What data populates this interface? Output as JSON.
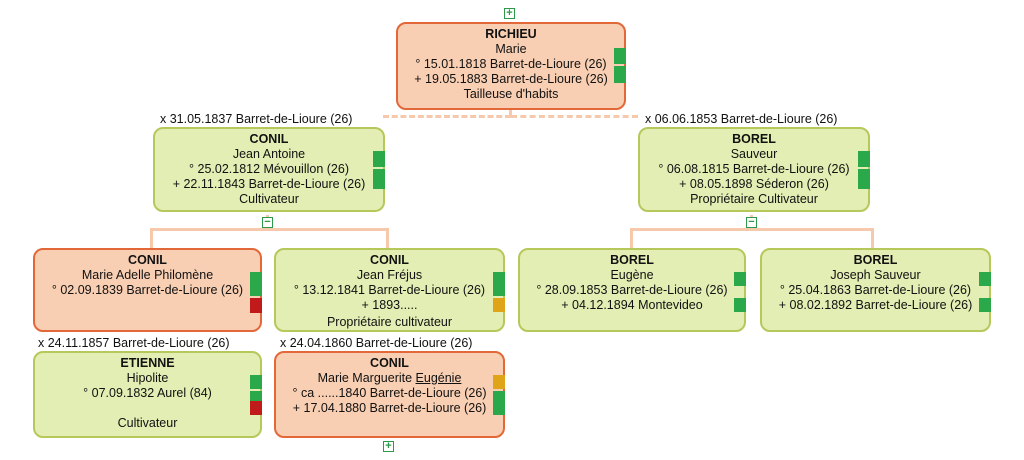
{
  "root": {
    "surname": "RICHIEU",
    "given": "Marie",
    "birth": "° 15.01.1818 Barret-de-Lioure (26)",
    "death": "+ 19.05.1883 Barret-de-Lioure (26)",
    "occupation": "Tailleuse d'habits"
  },
  "spouse1": {
    "marriage": "x 31.05.1837 Barret-de-Lioure (26)",
    "surname": "CONIL",
    "given": "Jean Antoine",
    "birth": "° 25.02.1812 Mévouillon (26)",
    "death": "+ 22.11.1843 Barret-de-Lioure (26)",
    "occupation": "Cultivateur"
  },
  "spouse2": {
    "marriage": "x 06.06.1853 Barret-de-Lioure (26)",
    "surname": "BOREL",
    "given": "Sauveur",
    "birth": "° 06.08.1815 Barret-de-Lioure (26)",
    "death": "+ 08.05.1898 Séderon (26)",
    "occupation": "Propriétaire Cultivateur"
  },
  "child1": {
    "surname": "CONIL",
    "given": "Marie Adelle Philomène",
    "birth": "° 02.09.1839 Barret-de-Lioure (26)"
  },
  "child2": {
    "surname": "CONIL",
    "given": "Jean Fréjus",
    "birth": "° 13.12.1841 Barret-de-Lioure (26)",
    "death": "+ 1893.....",
    "occupation": "Propriétaire cultivateur"
  },
  "child3": {
    "surname": "BOREL",
    "given": "Eugène",
    "birth": "° 28.09.1853 Barret-de-Lioure (26)",
    "death": "+ 04.12.1894 Montevideo"
  },
  "child4": {
    "surname": "BOREL",
    "given": "Joseph Sauveur",
    "birth": "° 25.04.1863 Barret-de-Lioure (26)",
    "death": "+ 08.02.1892 Barret-de-Lioure (26)"
  },
  "gc1": {
    "marriage": "x 24.11.1857 Barret-de-Lioure (26)",
    "surname": "ETIENNE",
    "given": "Hipolite",
    "birth": "° 07.09.1832 Aurel (84)",
    "occupation": "Cultivateur"
  },
  "gc2": {
    "marriage": "x 24.04.1860 Barret-de-Lioure (26)",
    "surname": "CONIL",
    "given_prefix": "Marie Marguerite ",
    "given_underlined": "Eugénie",
    "birth": "° ca ......1840 Barret-de-Lioure (26)",
    "death": "+ 17.04.1880 Barret-de-Lioure (26)"
  },
  "toggles": {
    "expand": "+",
    "collapse": "−"
  },
  "colors": {
    "female_bg": "#f9cfb3",
    "female_border": "#e2683a",
    "male_bg": "#e2eeb3",
    "male_border": "#b6c85a",
    "bar_green": "#2aa84a",
    "bar_orange": "#e0a418",
    "bar_red": "#c01a1a",
    "connector": "#f6c9ad"
  }
}
